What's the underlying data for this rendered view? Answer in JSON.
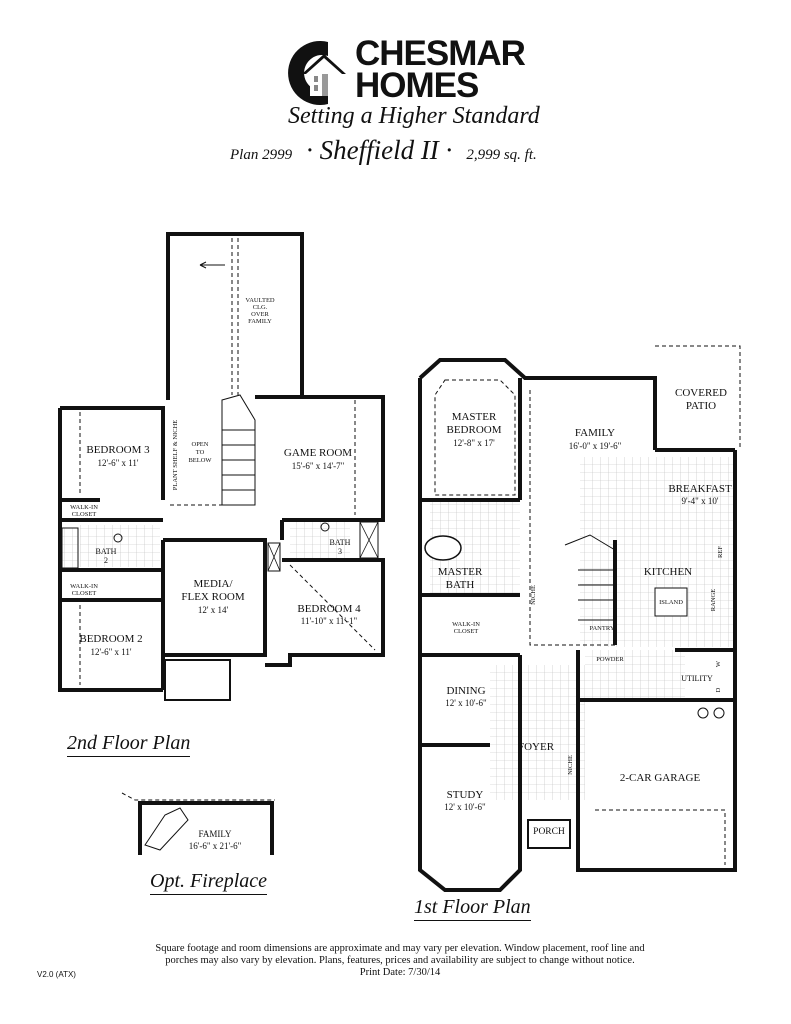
{
  "header": {
    "brand_line1": "CHESMAR",
    "brand_line2": "HOMES",
    "tagline": "Setting a Higher Standard",
    "plan_number": "Plan 2999",
    "plan_name": "· Sheffield II ·",
    "square_feet": "2,999 sq. ft."
  },
  "second_floor": {
    "title": "2nd Floor Plan",
    "rooms": [
      {
        "name": "BEDROOM 3",
        "dims": "12'-6\" x 11'"
      },
      {
        "name": "GAME ROOM",
        "dims": "15'-6\" x 14'-7\""
      },
      {
        "name": "BEDROOM 2",
        "dims": "12'-6\" x 11'"
      },
      {
        "name": "MEDIA/",
        "name2": "FLEX ROOM",
        "dims": "12' x 14'"
      },
      {
        "name": "BEDROOM 4",
        "dims": "11'-10\" x 11'-1\""
      },
      {
        "name": "BATH",
        "name2": "2"
      },
      {
        "name": "BATH",
        "name2": "3"
      }
    ],
    "notes": {
      "vaulted_1": "VAULTED",
      "vaulted_2": "CLG.",
      "vaulted_3": "OVER",
      "vaulted_4": "FAMILY",
      "open_1": "OPEN",
      "open_2": "TO",
      "open_3": "BELOW",
      "plant_shelf": "PLANT SHELF & NICHE",
      "walkin_1": "WALK-IN",
      "walkin_2": "CLOSET"
    }
  },
  "optional_fireplace": {
    "title": "Opt. Fireplace",
    "room": "FAMILY",
    "dims": "16'-6\" x 21'-6\""
  },
  "first_floor": {
    "title": "1st Floor Plan",
    "rooms": [
      {
        "name": "MASTER",
        "name2": "BEDROOM",
        "dims": "12'-8\" x 17'"
      },
      {
        "name": "FAMILY",
        "dims": "16'-0\" x 19'-6\""
      },
      {
        "name": "COVERED",
        "name2": "PATIO"
      },
      {
        "name": "BREAKFAST",
        "dims": "9'-4\" x 10'"
      },
      {
        "name": "MASTER",
        "name2": "BATH"
      },
      {
        "name": "KITCHEN"
      },
      {
        "name": "DINING",
        "dims": "12' x 10'-6\""
      },
      {
        "name": "FOYER"
      },
      {
        "name": "STUDY",
        "dims": "12' x 10'-6\""
      },
      {
        "name": "2-CAR GARAGE"
      },
      {
        "name": "PORCH"
      },
      {
        "name": "UTILITY"
      }
    ],
    "notes": {
      "walkin_1": "WALK-IN",
      "walkin_2": "CLOSET",
      "island": "ISLAND",
      "pantry": "PANTRY",
      "powder": "POWDER",
      "niche": "NICHE",
      "range": "RANGE",
      "ref": "REF",
      "washer": "W",
      "dryer": "D"
    }
  },
  "footer": {
    "disclaimer_1": "Square footage and room dimensions are approximate and may vary per elevation. Window placement, roof line and",
    "disclaimer_2": "porches may also vary by elevation. Plans, features, prices and availability are subject to change without notice.",
    "print_date": "Print Date: 7/30/14",
    "version": "V2.0  (ATX)"
  }
}
